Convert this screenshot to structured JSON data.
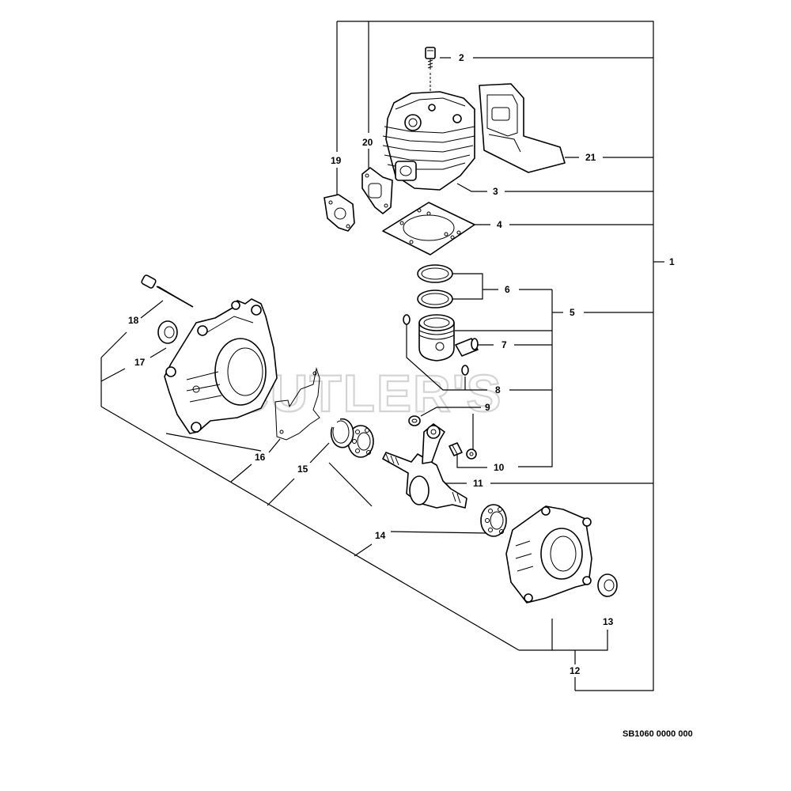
{
  "watermark": "CUTLER'S",
  "reference_code": "SB1060 0000 000",
  "callouts": {
    "c1": "1",
    "c2": "2",
    "c3": "3",
    "c4": "4",
    "c5": "5",
    "c6": "6",
    "c7": "7",
    "c8": "8",
    "c9": "9",
    "c10": "10",
    "c11": "11",
    "c12": "12",
    "c13": "13",
    "c14": "14",
    "c15": "15",
    "c16": "16",
    "c17": "17",
    "c18": "18",
    "c19": "19",
    "c20": "20",
    "c21": "21"
  }
}
